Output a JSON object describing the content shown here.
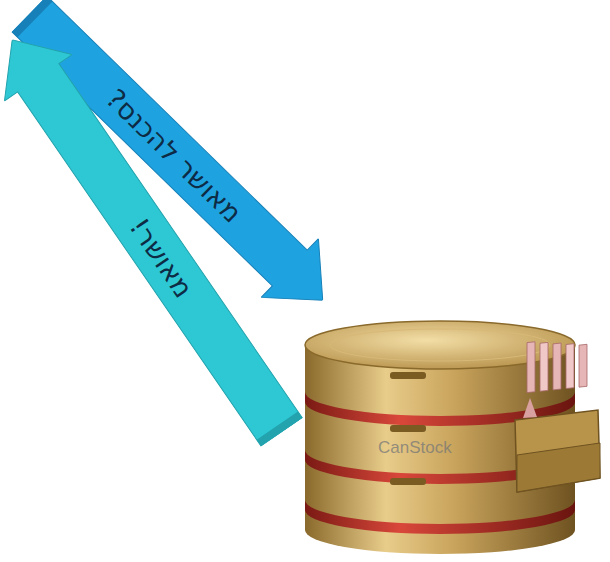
{
  "diagram": {
    "nodes": [
      {
        "text": [
          "מאושר להכנס?"
        ]
      },
      {
        "text": [
          "מאושר!"
        ]
      }
    ],
    "labels": [
      "CanStock"
    ]
  }
}
